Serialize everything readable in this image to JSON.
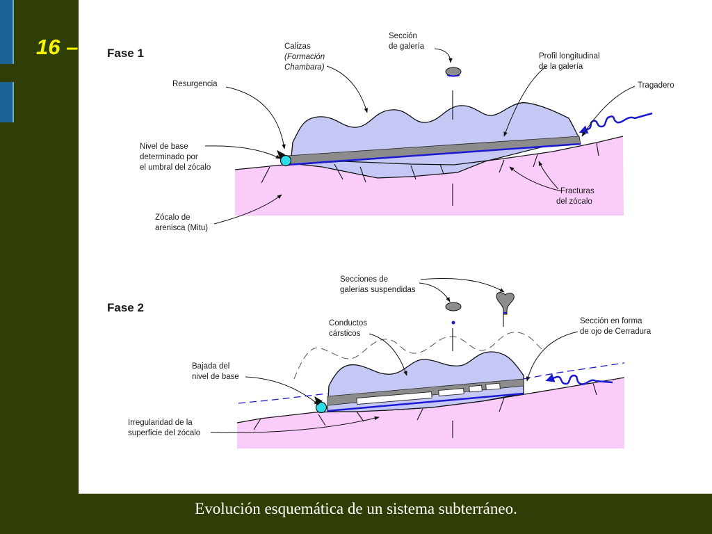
{
  "slide": {
    "number": "16 –",
    "caption": "Evolución esquemática de un sistema subterráneo."
  },
  "fase1": {
    "title": "Fase 1",
    "calizas": [
      "Calizas",
      "(Formación",
      "Chambara)"
    ],
    "seccion_galeria": [
      "Sección",
      "de galería"
    ],
    "perfil": [
      "Profil longitudinal",
      "de la galería"
    ],
    "tragadero": "Tragadero",
    "resurgencia": "Resurgencia",
    "nivel_base": [
      "Nivel de base",
      "determinado por",
      "el umbral del zócalo"
    ],
    "zocalo": [
      "Zócalo de",
      "arenisca (Mitu)"
    ],
    "fracturas": [
      "Fracturas",
      "del zócalo"
    ]
  },
  "fase2": {
    "title": "Fase 2",
    "secciones": [
      "Secciones de",
      "galerías suspendidas"
    ],
    "conductos": [
      "Conductos",
      "cársticos"
    ],
    "seccion_forma": [
      "Sección en forma",
      "de ojo de Cerradura"
    ],
    "bajada": [
      "Bajada del",
      "nivel de base"
    ],
    "irregularidad": [
      "Irregularidad de la",
      "superficie del zócalo"
    ]
  },
  "colors": {
    "limestone": "#c5c8f5",
    "sandstone": "#f9ccf9",
    "gallery": "#8c8c8c",
    "water": "#1a1ad4",
    "spring": "#2ddde8",
    "accent": "#f7f700"
  }
}
